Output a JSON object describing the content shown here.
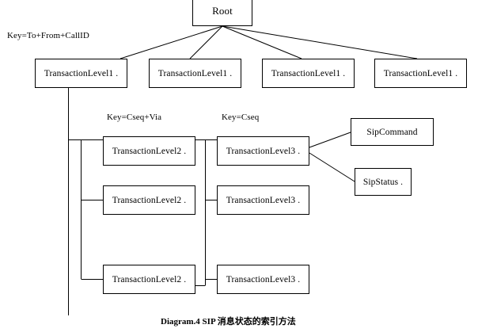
{
  "diagram": {
    "title": "Diagram.4 SIP 消息状态的索引方法",
    "root": {
      "label": "Root"
    },
    "key_labels": [
      {
        "id": "key-to-from-callid",
        "text": "Key=To+From+CallID"
      },
      {
        "id": "key-cseq-via",
        "text": "Key=Cseq+Via"
      },
      {
        "id": "key-cseq",
        "text": "Key=Cseq"
      }
    ],
    "level1_nodes": [
      {
        "label": "TransactionLevel1 ."
      },
      {
        "label": "TransactionLevel1 ."
      },
      {
        "label": "TransactionLevel1 ."
      },
      {
        "label": "TransactionLevel1 ."
      }
    ],
    "level2_nodes": [
      {
        "label": "TransactionLevel2 ."
      },
      {
        "label": "TransactionLevel2 ."
      },
      {
        "label": "TransactionLevel2 ."
      }
    ],
    "level3_nodes": [
      {
        "label": "TransactionLevel3 ."
      },
      {
        "label": "TransactionLevel3 ."
      },
      {
        "label": "TransactionLevel3 ."
      }
    ],
    "leaf_nodes": [
      {
        "label": "SipCommand"
      },
      {
        "label": "SipStatus ."
      }
    ],
    "colors": {
      "stroke": "#000000",
      "fill": "#ffffff",
      "text": "#000000"
    }
  }
}
